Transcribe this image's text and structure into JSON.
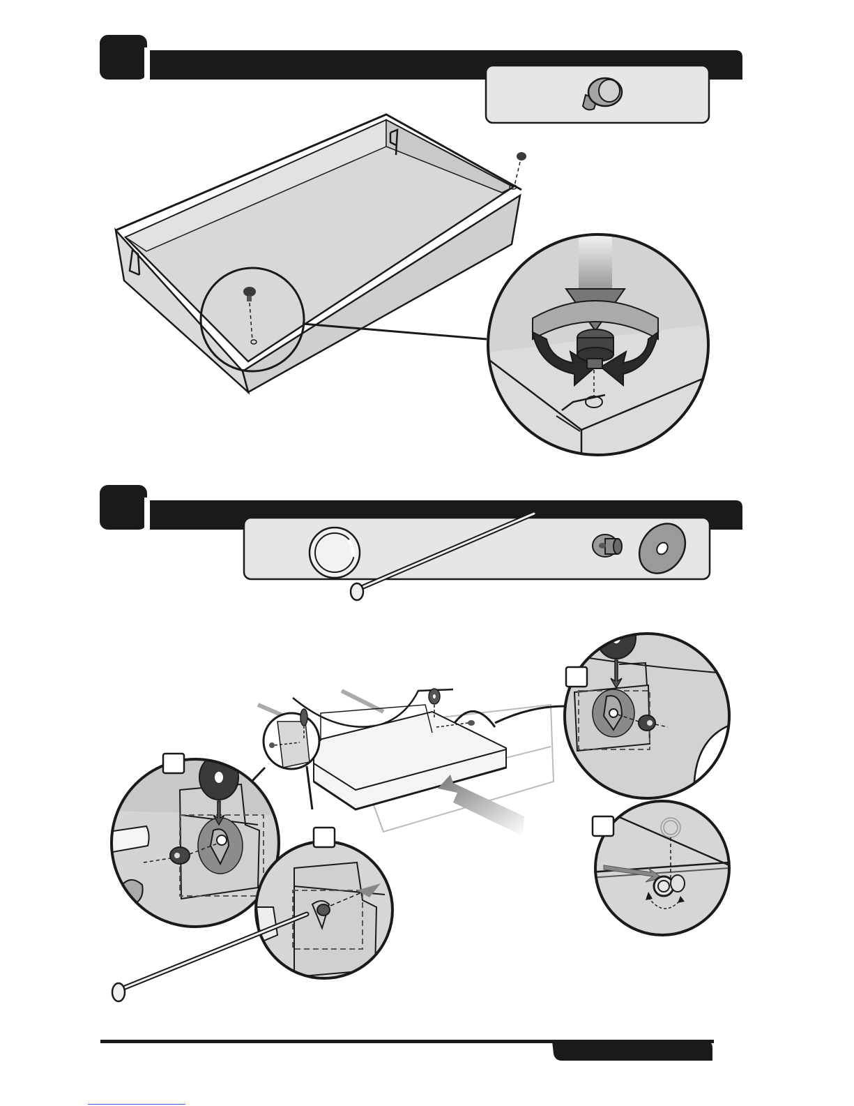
{
  "document": {
    "type": "assembly-instructions",
    "steps": [
      {
        "step_number": "",
        "title": "",
        "parts": [
          {
            "icon": "knob-screw-icon",
            "label": "",
            "quantity": ""
          }
        ],
        "callouts": [
          "zoom-detail-twist-in-knob"
        ]
      },
      {
        "step_number": "",
        "title": "",
        "parts": [
          {
            "icon": "spring-clip-icon",
            "label": "",
            "quantity": ""
          },
          {
            "icon": "long-rod-icon",
            "label": "",
            "quantity": ""
          },
          {
            "icon": "bushing-icon",
            "label": "",
            "quantity": ""
          },
          {
            "icon": "washer-icon",
            "label": "",
            "quantity": ""
          }
        ],
        "sub_steps": [
          {
            "label": "",
            "position": "left"
          },
          {
            "label": "",
            "position": "center"
          },
          {
            "label": "",
            "position": "right-top"
          },
          {
            "label": "",
            "position": "right-bottom"
          }
        ]
      }
    ],
    "footer": {
      "page_tab_label": ""
    },
    "colors": {
      "ink": "#1a1a1a",
      "panel": "#e6e6e6",
      "part_gray": "#9a9a9a",
      "link": "#3b5bdb"
    }
  }
}
